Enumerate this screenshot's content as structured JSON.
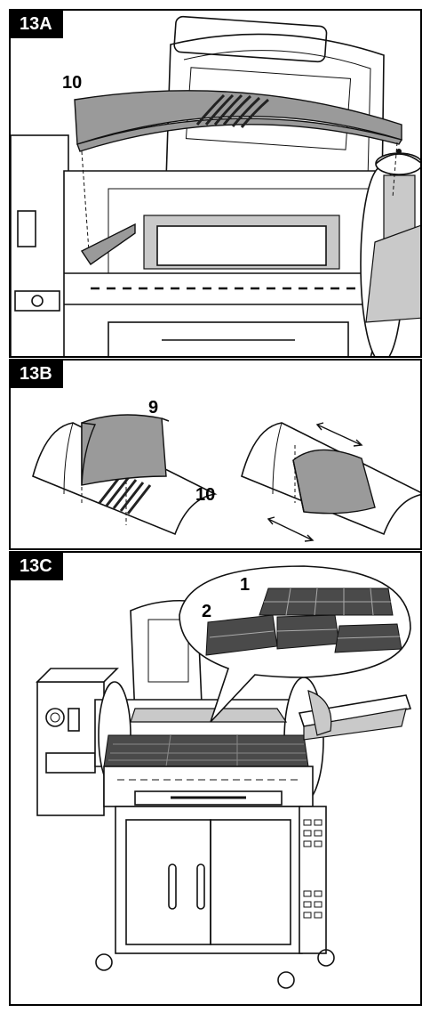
{
  "panels": {
    "a": {
      "label": "13A",
      "callout": "10"
    },
    "b": {
      "label": "13B",
      "callout_top": "9",
      "callout_bottom": "10"
    },
    "c": {
      "label": "13C",
      "callout_1": "1",
      "callout_2": "2"
    }
  }
}
